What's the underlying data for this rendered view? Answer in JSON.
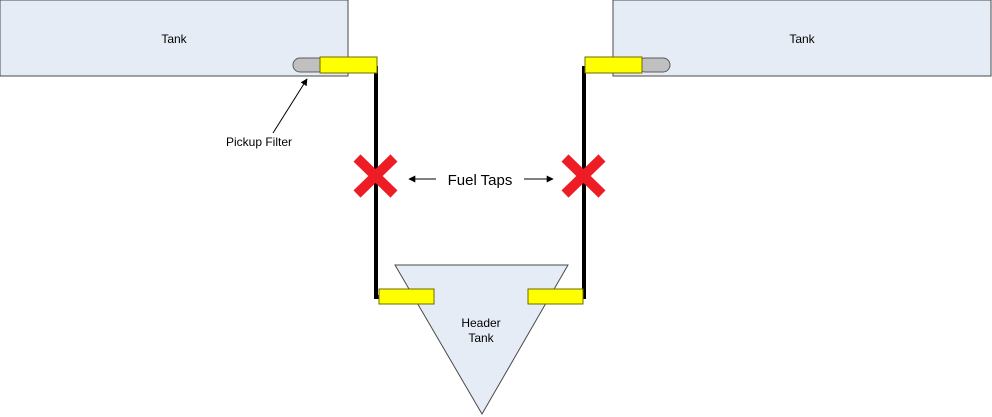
{
  "labels": {
    "tank_left": "Tank",
    "tank_right": "Tank",
    "pickup_filter": "Pickup Filter",
    "fuel_taps": "Fuel Taps",
    "header_tank_line1": "Header",
    "header_tank_line2": "Tank"
  },
  "colors": {
    "tank_fill": "#e6ecf5",
    "tank_stroke": "#4a4a4a",
    "fitting_fill": "#ffff00",
    "fitting_stroke": "#6b6b00",
    "filter_fill": "#c0c0c0",
    "pipe": "#000000",
    "tap_mark": "#ee1c24"
  },
  "icons": {
    "fuel_tap": "x-mark-icon",
    "arrow": "arrow-icon"
  }
}
